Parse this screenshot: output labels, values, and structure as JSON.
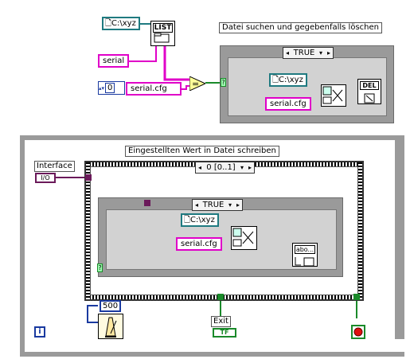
{
  "constants": {
    "path_top": "C:\\xyz",
    "serial_top": "serial",
    "numeric_zero": "0",
    "serialcfg_top": "serial.cfg",
    "path_case_top": "C:\\xyz",
    "serialcfg_case_top": "serial.cfg",
    "path_case_bottom": "C:\\xyz",
    "serialcfg_case_bottom": "serial.cfg",
    "wait_ms": "500"
  },
  "labels": {
    "comment_top": "Datei suchen und gegebenfalls löschen",
    "comment_bottom": "Eingestellten Wert in Datei schreiben",
    "interface": "Interface",
    "exit": "Exit"
  },
  "nodes": {
    "list_vi": "LIST",
    "del_vi": "DEL",
    "write_vi": "abo...",
    "equal_op": "=",
    "interface_terminal": "I/O",
    "exit_terminal": "TF",
    "iteration_terminal": "i"
  },
  "structures": {
    "case_top_selector": "TRUE",
    "sequence_selector": "0 [0..1]",
    "case_bottom_selector": "TRUE"
  },
  "colors": {
    "path_wire": "#1f7a80",
    "string_wire": "#e000c8",
    "numeric_wire": "#1a3aa0",
    "boolean_wire": "#1a8a2a",
    "refnum_wire": "#6b1a5a",
    "structure_gray": "#9a9a9a"
  },
  "icons": [
    "list-icon",
    "delete-icon",
    "write-file-icon",
    "build-path-icon",
    "metronome-icon",
    "stop-icon",
    "equal-icon",
    "info-i-icon"
  ]
}
